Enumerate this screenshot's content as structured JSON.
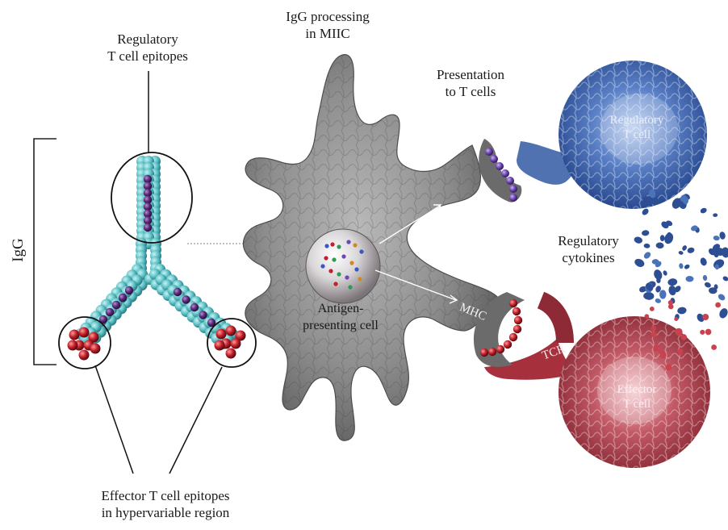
{
  "labels": {
    "igg_processing": "IgG processing\nin MIIC",
    "regulatory_epitopes": "Regulatory\nT cell epitopes",
    "presentation": "Presentation\nto T cells",
    "igg": "IgG",
    "regulatory_cytokines": "Regulatory\ncytokines",
    "apc": "Antigen-\npresenting cell",
    "mhc": "MHC",
    "tcr": "TCR",
    "regulatory_t_cell": "Regulatory\nT cell",
    "effector_t_cell": "Effector\nT cell",
    "effector_epitopes": "Effector T cell epitopes\nin hypervariable region"
  },
  "colors": {
    "antibody_bead": "#5fc4c8",
    "regulatory_epitope": "#5b2a7a",
    "effector_epitope": "#c0202a",
    "apc_body": "#8a8a8a",
    "regulatory_cell": "#3a62a8",
    "effector_cell": "#b0414d"
  }
}
